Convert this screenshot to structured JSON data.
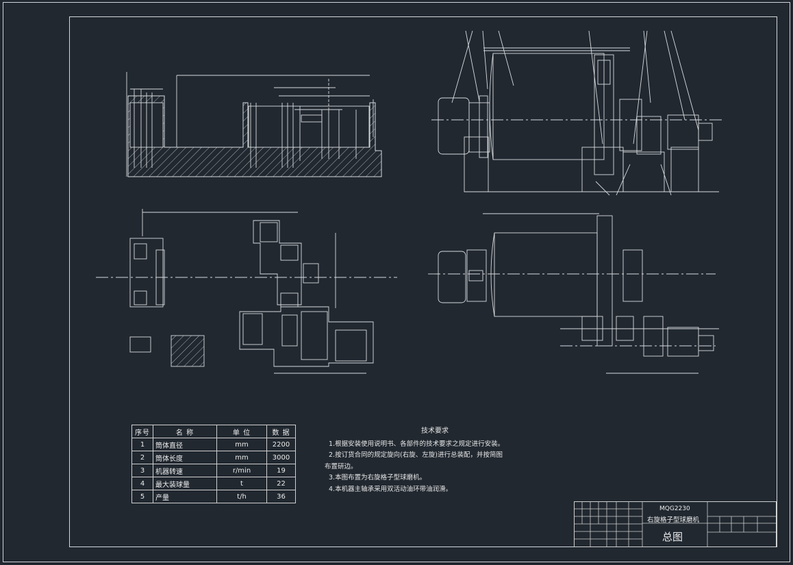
{
  "params_table": {
    "headers": [
      "序号",
      "名 称",
      "单 位",
      "数 据"
    ],
    "rows": [
      [
        "1",
        "筒体直径",
        "mm",
        "2200"
      ],
      [
        "2",
        "筒体长度",
        "mm",
        "3000"
      ],
      [
        "3",
        "机器转速",
        "r/min",
        "19"
      ],
      [
        "4",
        "最大装球量",
        "t",
        "22"
      ],
      [
        "5",
        "产量",
        "t/h",
        "36"
      ]
    ]
  },
  "tech_requirements": {
    "title": "技术要求",
    "lines": [
      "1.根据安装使用说明书、各部件的技术要求之规定进行安装。",
      "2.按订货合同的规定旋向(右旋、左旋)进行总装配，并按简图",
      "布置研边。",
      "3.本图布置为右旋格子型球磨机。",
      "4.本机器主轴承采用双活动油环带油润滑。"
    ]
  },
  "title_block": {
    "model": "MQG2230",
    "name": "右旋格子型球磨机",
    "drawing_title": "总图"
  },
  "colors": {
    "background": "#212830",
    "line": "#d8dcdf",
    "text": "#ececec"
  }
}
